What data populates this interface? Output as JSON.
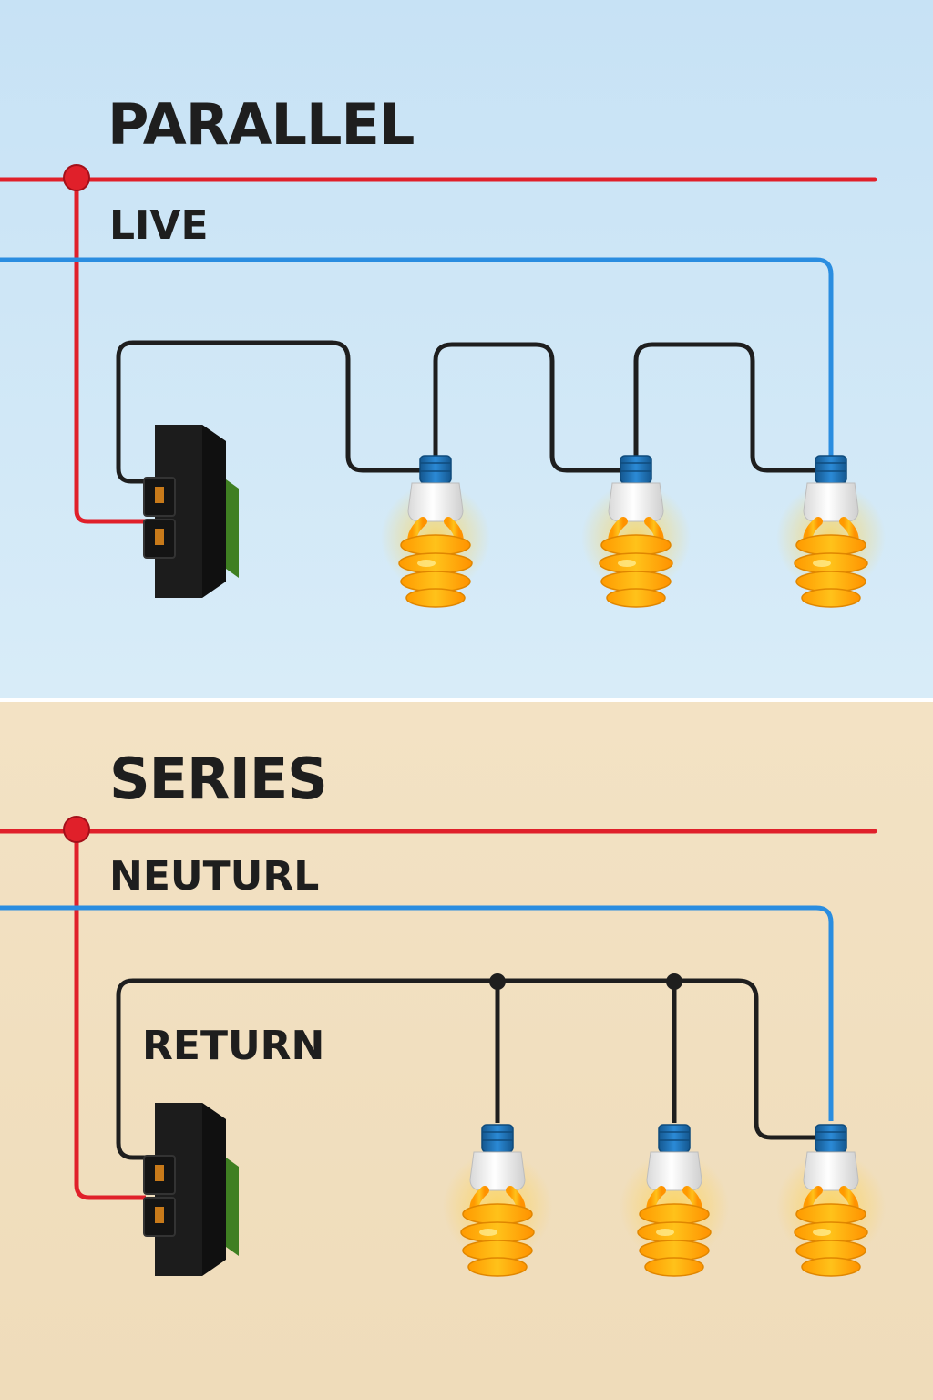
{
  "parallel_panel": {
    "title": "PARALLEL",
    "wire_label": "LIVE",
    "background": "#cfe6f6",
    "bulb_count": 3
  },
  "series_panel": {
    "title": "SERIES",
    "wire_label": "NEUTURL",
    "switch_label": "RETURN",
    "background": "#f1dfbf",
    "bulb_count": 3
  },
  "colors": {
    "live_wire": "#e0202a",
    "neutral_wire": "#2a8de0",
    "return_wire": "#1e1e1e",
    "bulb_glow": "#ffb21a",
    "bulb_cap": "#1f77c0",
    "switch_body": "#1a1a1a",
    "switch_rocker": "#4a8a2a"
  },
  "icons": [
    "rocker-switch-icon",
    "cfl-bulb-icon",
    "junction-node-icon"
  ]
}
